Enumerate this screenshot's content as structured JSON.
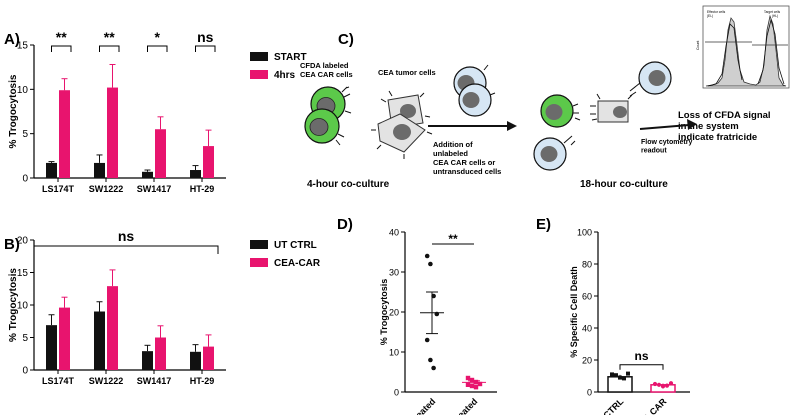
{
  "colors": {
    "black": "#111111",
    "pink": "#e8146e",
    "green": "#5cc94a",
    "cellBlue": "#d6e6f4",
    "tumorGray": "#e3e3e3",
    "nucleus": "#6b6b6b",
    "axis": "#000000"
  },
  "panel_labels": {
    "A": "A)",
    "B": "B)",
    "C": "C)",
    "D": "D)",
    "E": "E)"
  },
  "schematic": {
    "car_label": "CFDA labeled\nCEA CAR cells",
    "tumor_label": "CEA tumor cells",
    "addition_text": "Addition of\nunlabeled\nCEA CAR cells or\nuntransduced cells",
    "flow_text": "Flow cytometry\nreadout",
    "coculture_4h": "4-hour co-culture",
    "coculture_18h": "18-hour co-culture",
    "loss_text": "Loss of CFDA signal\nin the system\nindicate fratricide",
    "histogram": {
      "effector_label": "Effector cells",
      "effector_sub": "(EL)",
      "target_label": "Target cells",
      "target_sub": "(HL)",
      "y_label": "Count"
    }
  },
  "chart_data": [
    {
      "id": "A",
      "type": "bar",
      "categories": [
        "LS174T",
        "SW1222",
        "SW1417",
        "HT-29"
      ],
      "series": [
        {
          "name": "START",
          "values": [
            1.7,
            1.7,
            0.7,
            0.9
          ],
          "errors": [
            0.15,
            0.9,
            0.2,
            0.5
          ],
          "color": "#111111"
        },
        {
          "name": "4hrs",
          "values": [
            9.9,
            10.2,
            5.5,
            3.6
          ],
          "errors": [
            1.3,
            2.6,
            1.4,
            1.8
          ],
          "color": "#e8146e"
        }
      ],
      "ylabel": "% Trogocytosis",
      "ylim": [
        0,
        15
      ],
      "yticks": [
        "0",
        "5",
        "10",
        "15"
      ],
      "significance": [
        "**",
        "**",
        "*",
        "ns"
      ],
      "legend": "right"
    },
    {
      "id": "B",
      "type": "bar",
      "categories": [
        "LS174T",
        "SW1222",
        "SW1417",
        "HT-29"
      ],
      "series": [
        {
          "name": "UT CTRL",
          "values": [
            6.9,
            9.0,
            2.9,
            2.8
          ],
          "errors": [
            1.6,
            1.5,
            0.9,
            1.1
          ],
          "color": "#111111"
        },
        {
          "name": "CEA-CAR",
          "values": [
            9.6,
            12.9,
            5.0,
            3.6
          ],
          "errors": [
            1.6,
            2.5,
            1.8,
            1.8
          ],
          "color": "#e8146e"
        }
      ],
      "ylabel": "% Trogocytosis",
      "ylim": [
        0,
        20
      ],
      "yticks": [
        "0",
        "5",
        "10",
        "15",
        "20"
      ],
      "significance": "ns",
      "legend": "right"
    },
    {
      "id": "D",
      "type": "scatter",
      "categories": [
        "Untreated",
        "Treated"
      ],
      "points": [
        [
          34,
          32,
          24,
          19.5,
          13,
          8,
          6
        ],
        [
          3.5,
          3,
          2.5,
          2,
          1.8,
          1.5,
          1.2
        ]
      ],
      "means": [
        19.8,
        2.4
      ],
      "sem": [
        5.2,
        0.4
      ],
      "colors": [
        "#111111",
        "#e8146e"
      ],
      "ylabel": "% Trogocytosis",
      "ylim": [
        0,
        40
      ],
      "yticks": [
        "0",
        "10",
        "20",
        "30",
        "40"
      ],
      "significance": "**"
    },
    {
      "id": "E",
      "type": "bar",
      "categories": [
        "UT CTRL",
        "CEA CAR"
      ],
      "values": [
        9.5,
        4.5
      ],
      "errors": [
        1.2,
        0.8
      ],
      "points": [
        [
          11,
          10.5,
          9,
          8.5,
          11.5
        ],
        [
          5,
          4.5,
          3.5,
          4,
          5.5
        ]
      ],
      "colors": [
        "#111111",
        "#e8146e"
      ],
      "ylabel": "% Specific Cell Death",
      "ylim": [
        0,
        100
      ],
      "yticks": [
        "0",
        "20",
        "40",
        "60",
        "80",
        "100"
      ],
      "significance": "ns"
    }
  ]
}
